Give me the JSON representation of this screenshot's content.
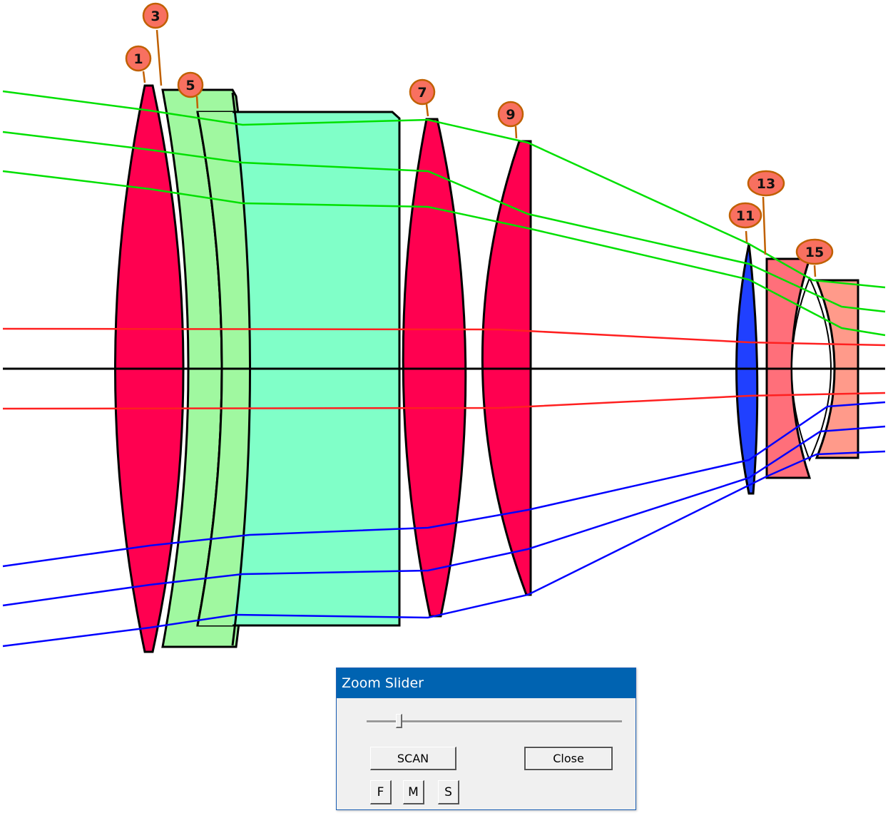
{
  "diagram": {
    "type": "optical-lens-layout",
    "optical_axis_color": "#000000",
    "ray_colors": {
      "upper_field": "#00e000",
      "on_axis": "#ff2020",
      "lower_field": "#0000ff"
    },
    "element_colors": {
      "crown_red": "#ff0050",
      "light_green": "#a0f8a0",
      "aquamarine": "#80ffc8",
      "blue": "#2040ff",
      "salmon_dark": "#ff6f7a",
      "salmon_light": "#ff9a8a"
    },
    "surface_labels": [
      {
        "id": "label-1",
        "text": "1"
      },
      {
        "id": "label-3",
        "text": "3"
      },
      {
        "id": "label-5",
        "text": "5"
      },
      {
        "id": "label-7",
        "text": "7"
      },
      {
        "id": "label-9",
        "text": "9"
      },
      {
        "id": "label-11",
        "text": "11"
      },
      {
        "id": "label-13",
        "text": "13"
      },
      {
        "id": "label-15",
        "text": "15"
      }
    ],
    "label_fill": "#f87060",
    "label_stroke": "#c06000"
  },
  "dialog": {
    "title": "Zoom Slider",
    "title_bar_color": "#0063b1",
    "slider": {
      "position_percent": 12
    },
    "buttons": {
      "scan": "SCAN",
      "close": "Close",
      "f": "F",
      "m": "M",
      "s": "S"
    }
  }
}
